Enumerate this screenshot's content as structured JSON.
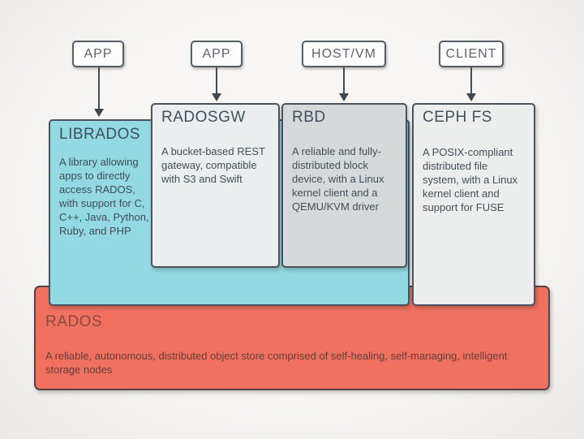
{
  "top_nodes": [
    {
      "label": "APP"
    },
    {
      "label": "APP"
    },
    {
      "label": "HOST/VM"
    },
    {
      "label": "CLIENT"
    }
  ],
  "boxes": {
    "librados": {
      "title": "LIBRADOS",
      "description": "A library allowing apps to directly access RADOS, with support for C, C++, Java, Python, Ruby, and PHP"
    },
    "radosgw": {
      "title": "RADOSGW",
      "description": "A bucket-based REST gateway, compatible with S3 and Swift"
    },
    "rbd": {
      "title": "RBD",
      "description": "A reliable and fully-distributed block device, with a Linux kernel client and a QEMU/KVM driver"
    },
    "cephfs": {
      "title": "CEPH FS",
      "description": "A POSIX-compliant distributed file system, with a Linux kernel client and support for FUSE"
    },
    "rados": {
      "title": "RADOS",
      "description": "A reliable, autonomous, distributed object store comprised of self-healing, self-managing, intelligent storage nodes"
    }
  },
  "colors": {
    "librados_fill": "#93d9e2",
    "radosgw_fill": "#ebeeee",
    "rbd_fill": "#d5d9da",
    "cephfs_fill": "#eceeee",
    "rados_fill": "#f0715f",
    "node_fill": "#fdfdfd",
    "box_border": "#4b545e",
    "background": "#f3f2ef"
  }
}
